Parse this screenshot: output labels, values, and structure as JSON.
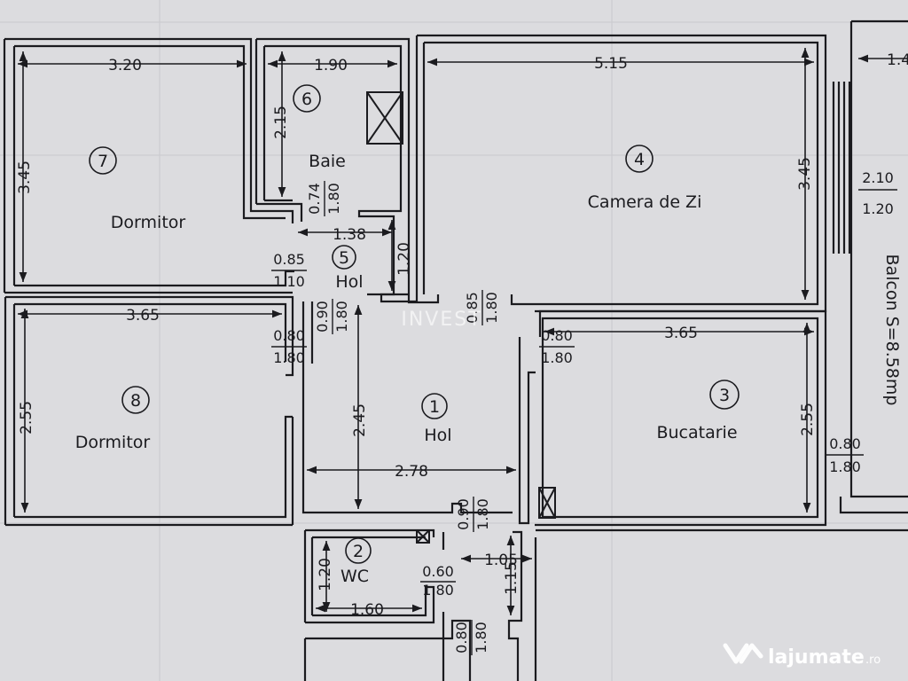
{
  "rooms": {
    "r1": {
      "number": "1",
      "name": "Hol"
    },
    "r2": {
      "number": "2",
      "name": "WC"
    },
    "r3": {
      "number": "3",
      "name": "Bucatarie"
    },
    "r4": {
      "number": "4",
      "name": "Camera de Zi"
    },
    "r5": {
      "number": "5",
      "name": "Hol"
    },
    "r6": {
      "number": "6",
      "name": "Baie"
    },
    "r7": {
      "number": "7",
      "name": "Dormitor"
    },
    "r8": {
      "number": "8",
      "name": "Dormitor"
    }
  },
  "dimensions": {
    "r7_width": "3.20",
    "r7_height": "3.45",
    "r6_width": "1.90",
    "r6_height": "2.15",
    "r4_width": "5.15",
    "r4_height": "3.45",
    "r5_width": "1.38",
    "r5_height": "1.20",
    "r8_width": "3.65",
    "r8_height": "2.55",
    "r3_width": "3.65",
    "r3_height": "2.55",
    "r1_width": "2.78",
    "r1_height": "2.45",
    "r2_width": "1.60",
    "r2_height": "1.20",
    "corridor_width": "1.05",
    "corridor_height": "1.15",
    "balcony_top": "1.4"
  },
  "openings": {
    "baie_door": {
      "w": "0.74",
      "h": "1.80"
    },
    "r7_door": {
      "w": "0.85",
      "h": "1.10"
    },
    "hol_door": {
      "w": "0.90",
      "h": "1.80"
    },
    "r4_door": {
      "w": "0.85",
      "h": "1.80"
    },
    "r8_door": {
      "w": "0.80",
      "h": "1.80"
    },
    "r3_door": {
      "w": "0.80",
      "h": "1.80"
    },
    "corridor_door": {
      "w": "0.90",
      "h": "1.80"
    },
    "wc_door": {
      "w": "0.60",
      "h": "1.80"
    },
    "entrance_door": {
      "w": "0.80",
      "h": "1.80"
    },
    "balcony_door": {
      "w": "0.80",
      "h": "1.80"
    },
    "window": {
      "w": "2.10",
      "h": "1.20"
    }
  },
  "balcony_label": "Balcon S=8.58mp",
  "watermark": "INVEST",
  "logo": {
    "text": "lajumate",
    "suffix": ".ro"
  },
  "colors": {
    "background": "#dcdcdf",
    "ink": "#1b1b1f"
  }
}
